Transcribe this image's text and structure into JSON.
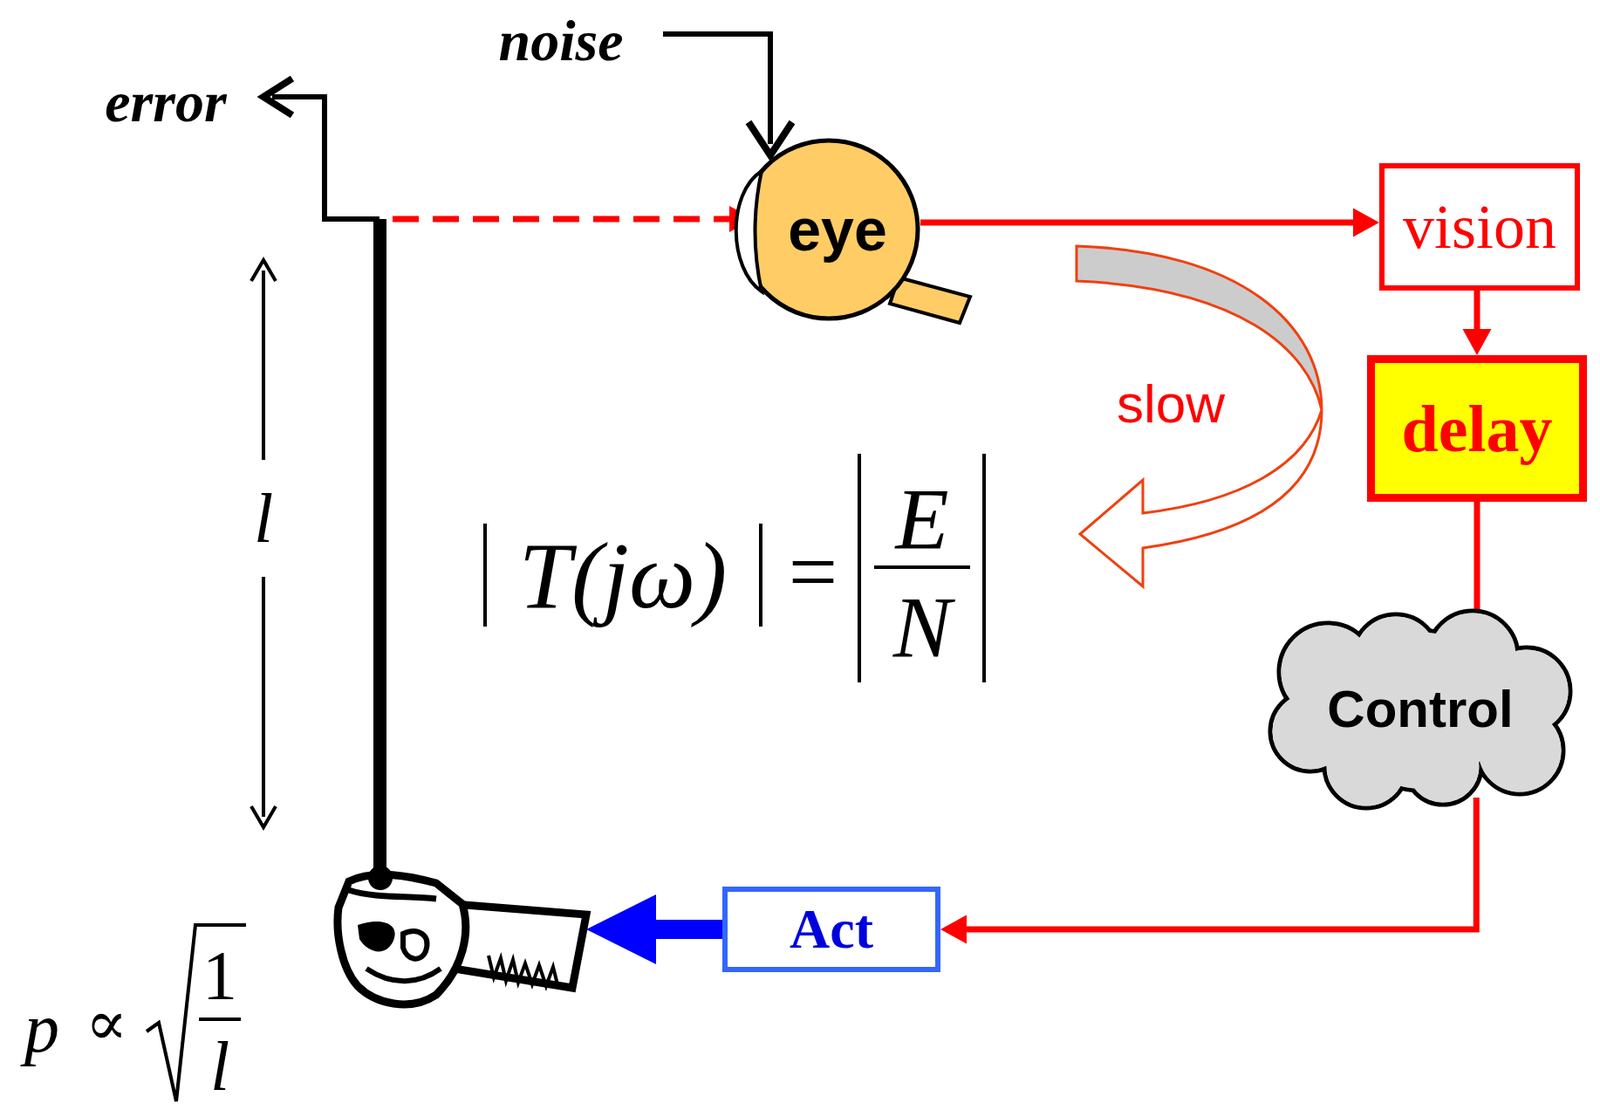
{
  "diagram": {
    "nodes": [
      {
        "text": [
          "eye"
        ]
      },
      {
        "text": [
          "vision"
        ]
      },
      {
        "text": [
          "delay"
        ]
      },
      {
        "text": [
          "Control"
        ]
      },
      {
        "text": [
          "Act"
        ]
      }
    ],
    "edges": [
      {
        "from": 0,
        "to": 1,
        "arrow": "to"
      },
      {
        "from": 1,
        "to": 2,
        "arrow": "to"
      },
      {
        "from": 2,
        "to": 3,
        "arrow": "none"
      },
      {
        "from": 3,
        "to": 4,
        "arrow": "to"
      }
    ],
    "labels": [
      "noise",
      "error",
      "l",
      "slow",
      "T(jω)",
      "=",
      "E",
      "N",
      "p",
      "∝",
      "1",
      "l"
    ]
  }
}
